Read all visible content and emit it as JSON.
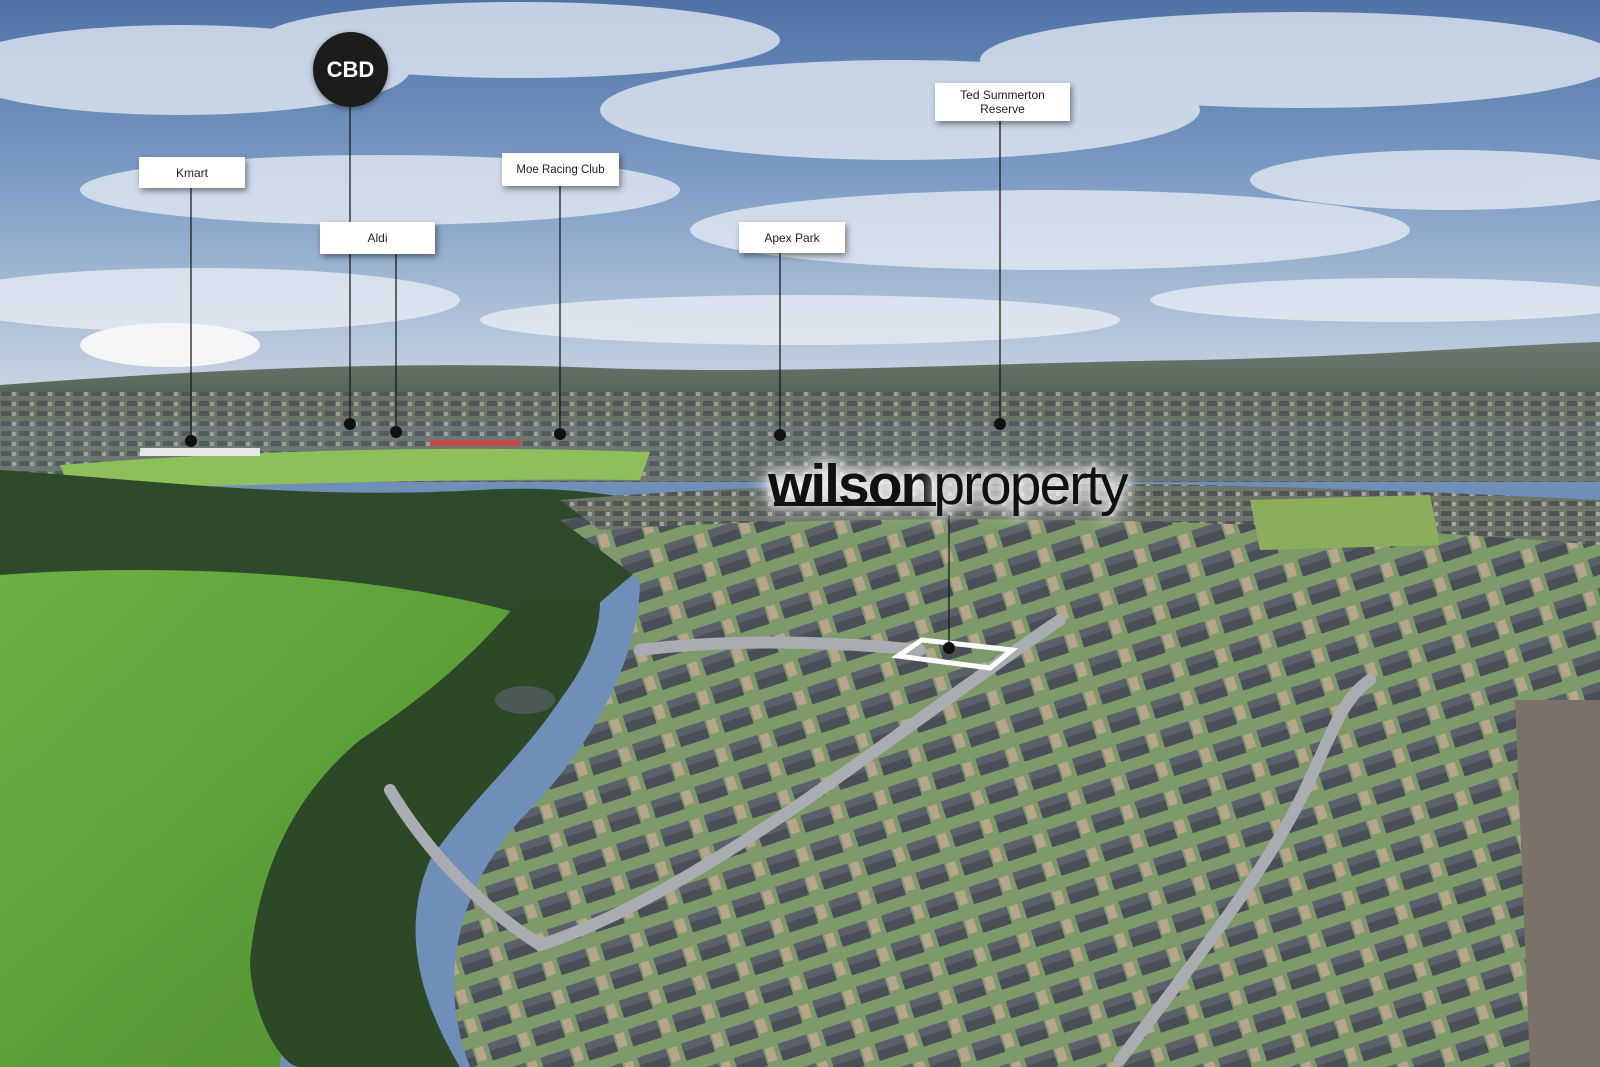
{
  "labels": {
    "cbd": "CBD",
    "kmart": "Kmart",
    "aldi": "Aldi",
    "moe_racing_club": "Moe Racing Club",
    "apex_park": "Apex Park",
    "ted_summerton_line1": "Ted Summerton",
    "ted_summerton_line2": "Reserve"
  },
  "logo": {
    "bold_part": "wilson",
    "light_part": "property"
  },
  "colors": {
    "sky": "#6f8fb8",
    "cloud": "#e8eef5",
    "field_green": "#5fa13a",
    "trees": "#2f4a2a",
    "roof_grey": "#4a4f57",
    "road": "#9ea2a6",
    "pin": "#111111"
  }
}
